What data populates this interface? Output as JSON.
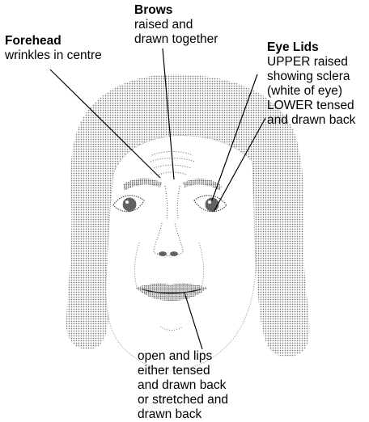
{
  "labels": {
    "forehead": {
      "heading": "Forehead",
      "lines": [
        "wrinkles in centre"
      ]
    },
    "brows": {
      "heading": "Brows",
      "lines": [
        "raised and",
        "drawn together"
      ]
    },
    "eyelids": {
      "heading": "Eye Lids",
      "lines": [
        "UPPER raised",
        "showing sclera",
        "(white of eye)",
        "LOWER tensed",
        "and drawn back"
      ]
    },
    "mouth": {
      "lines": [
        "open and lips",
        "either tensed",
        "and drawn back",
        "or stretched and",
        "drawn back"
      ]
    }
  },
  "colors": {
    "ink": "#000000",
    "stipple": "#9a9a9a",
    "background": "#ffffff"
  }
}
